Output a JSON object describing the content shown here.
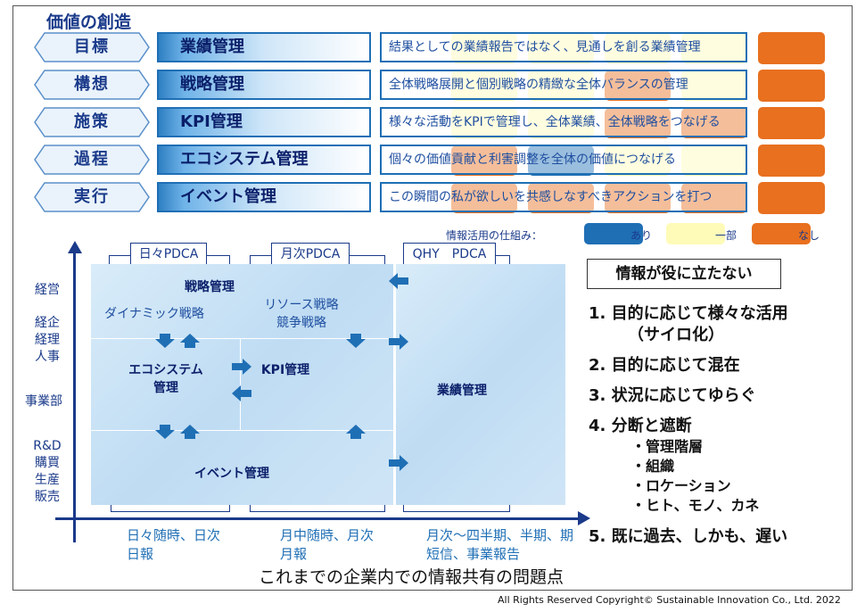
{
  "title": "価値の創造",
  "rows": [
    {
      "level": "目標",
      "mgmt": "業績管理",
      "desc": "結果としての業績報告ではなく、見通しを創る業績管理",
      "cells": [
        "yellow",
        "yellow",
        "yellow",
        "yellow",
        "yellow"
      ]
    },
    {
      "level": "構想",
      "mgmt": "戦略管理",
      "desc": "全体戦略展開と個別戦略の精緻な全体バランスの管理",
      "cells": [
        "yellow",
        "yellow",
        "orange",
        "yellow",
        "yellow"
      ]
    },
    {
      "level": "施策",
      "mgmt": "KPI管理",
      "desc": "様々な活動をKPIで管理し、全体業績、全体戦略をつなげる",
      "cells": [
        "yellow",
        "yellow",
        "orange",
        "orange",
        "yellow"
      ]
    },
    {
      "level": "過程",
      "mgmt": "エコシステム管理",
      "desc": "個々の価値貢献と利害調整を全体の価値につなげる",
      "cells": [
        "orange",
        "blue",
        "yellow",
        "yellow",
        "yellow"
      ]
    },
    {
      "level": "実行",
      "mgmt": "イベント管理",
      "desc": "この瞬間の私が欲しいを共感しなすべきアクションを打つ",
      "cells": [
        "orange",
        "orange",
        "orange",
        "orange",
        "yellow"
      ]
    }
  ],
  "legend": {
    "label": "情報活用の仕組み：",
    "items": [
      {
        "label": "あり",
        "color": "#1f6fb5"
      },
      {
        "label": "一部",
        "color": "#fefbb8"
      },
      {
        "label": "なし",
        "color": "#e8701f"
      }
    ]
  },
  "diagram": {
    "pdca": [
      "日々PDCA",
      "月次PDCA",
      "QHY　PDCA"
    ],
    "ylabels": [
      "経営",
      "経企\n経理\n人事",
      "事業部",
      "R&D\n購買\n生産\n販売"
    ],
    "zones": {
      "strategy": "戦略管理",
      "dynamic": "ダイナミック戦略",
      "resource": "リソース戦略\n競争戦略",
      "eco": "エコシステム\n管理",
      "kpi": "KPI管理",
      "perf": "業績管理",
      "event": "イベント管理"
    },
    "xlabels": [
      "日々随時、日次\n日報",
      "月中随時、月次\n月報",
      "月次～四半期、半期、期\n短信、事業報告"
    ]
  },
  "problems": {
    "title": "情報が役に立たない",
    "items": [
      "1. 目的に応じて様々な活用",
      "（サイロ化）",
      "2. 目的に応じて混在",
      "3. 状況に応じてゆらぐ",
      "4. 分断と遮断",
      "5. 既に過去、しかも、遅い"
    ],
    "subitems": [
      "・管理階層",
      "・組織",
      "・ロケーション",
      "・ヒト、モノ、カネ"
    ]
  },
  "caption": "これまでの企業内での情報共有の問題点",
  "copyright": "All Rights Reserved Copyright© Sustainable Innovation Co., Ltd.  2022",
  "colors": {
    "blue": "#1f6fb5",
    "yellow": "#fefbb8",
    "orange": "#e8701f",
    "navy": "#1a3a8a"
  }
}
